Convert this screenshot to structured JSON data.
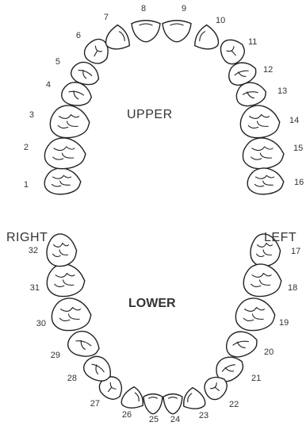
{
  "labels": {
    "upper": "UPPER",
    "lower": "LOWER",
    "right": "RIGHT",
    "left": "LEFT"
  },
  "teeth": [
    {
      "number": "1"
    },
    {
      "number": "2"
    },
    {
      "number": "3"
    },
    {
      "number": "4"
    },
    {
      "number": "5"
    },
    {
      "number": "6"
    },
    {
      "number": "7"
    },
    {
      "number": "8"
    },
    {
      "number": "9"
    },
    {
      "number": "10"
    },
    {
      "number": "11"
    },
    {
      "number": "12"
    },
    {
      "number": "13"
    },
    {
      "number": "14"
    },
    {
      "number": "15"
    },
    {
      "number": "16"
    },
    {
      "number": "17"
    },
    {
      "number": "18"
    },
    {
      "number": "19"
    },
    {
      "number": "20"
    },
    {
      "number": "21"
    },
    {
      "number": "22"
    },
    {
      "number": "23"
    },
    {
      "number": "24"
    },
    {
      "number": "25"
    },
    {
      "number": "26"
    },
    {
      "number": "27"
    },
    {
      "number": "28"
    },
    {
      "number": "29"
    },
    {
      "number": "30"
    },
    {
      "number": "31"
    },
    {
      "number": "32"
    }
  ]
}
